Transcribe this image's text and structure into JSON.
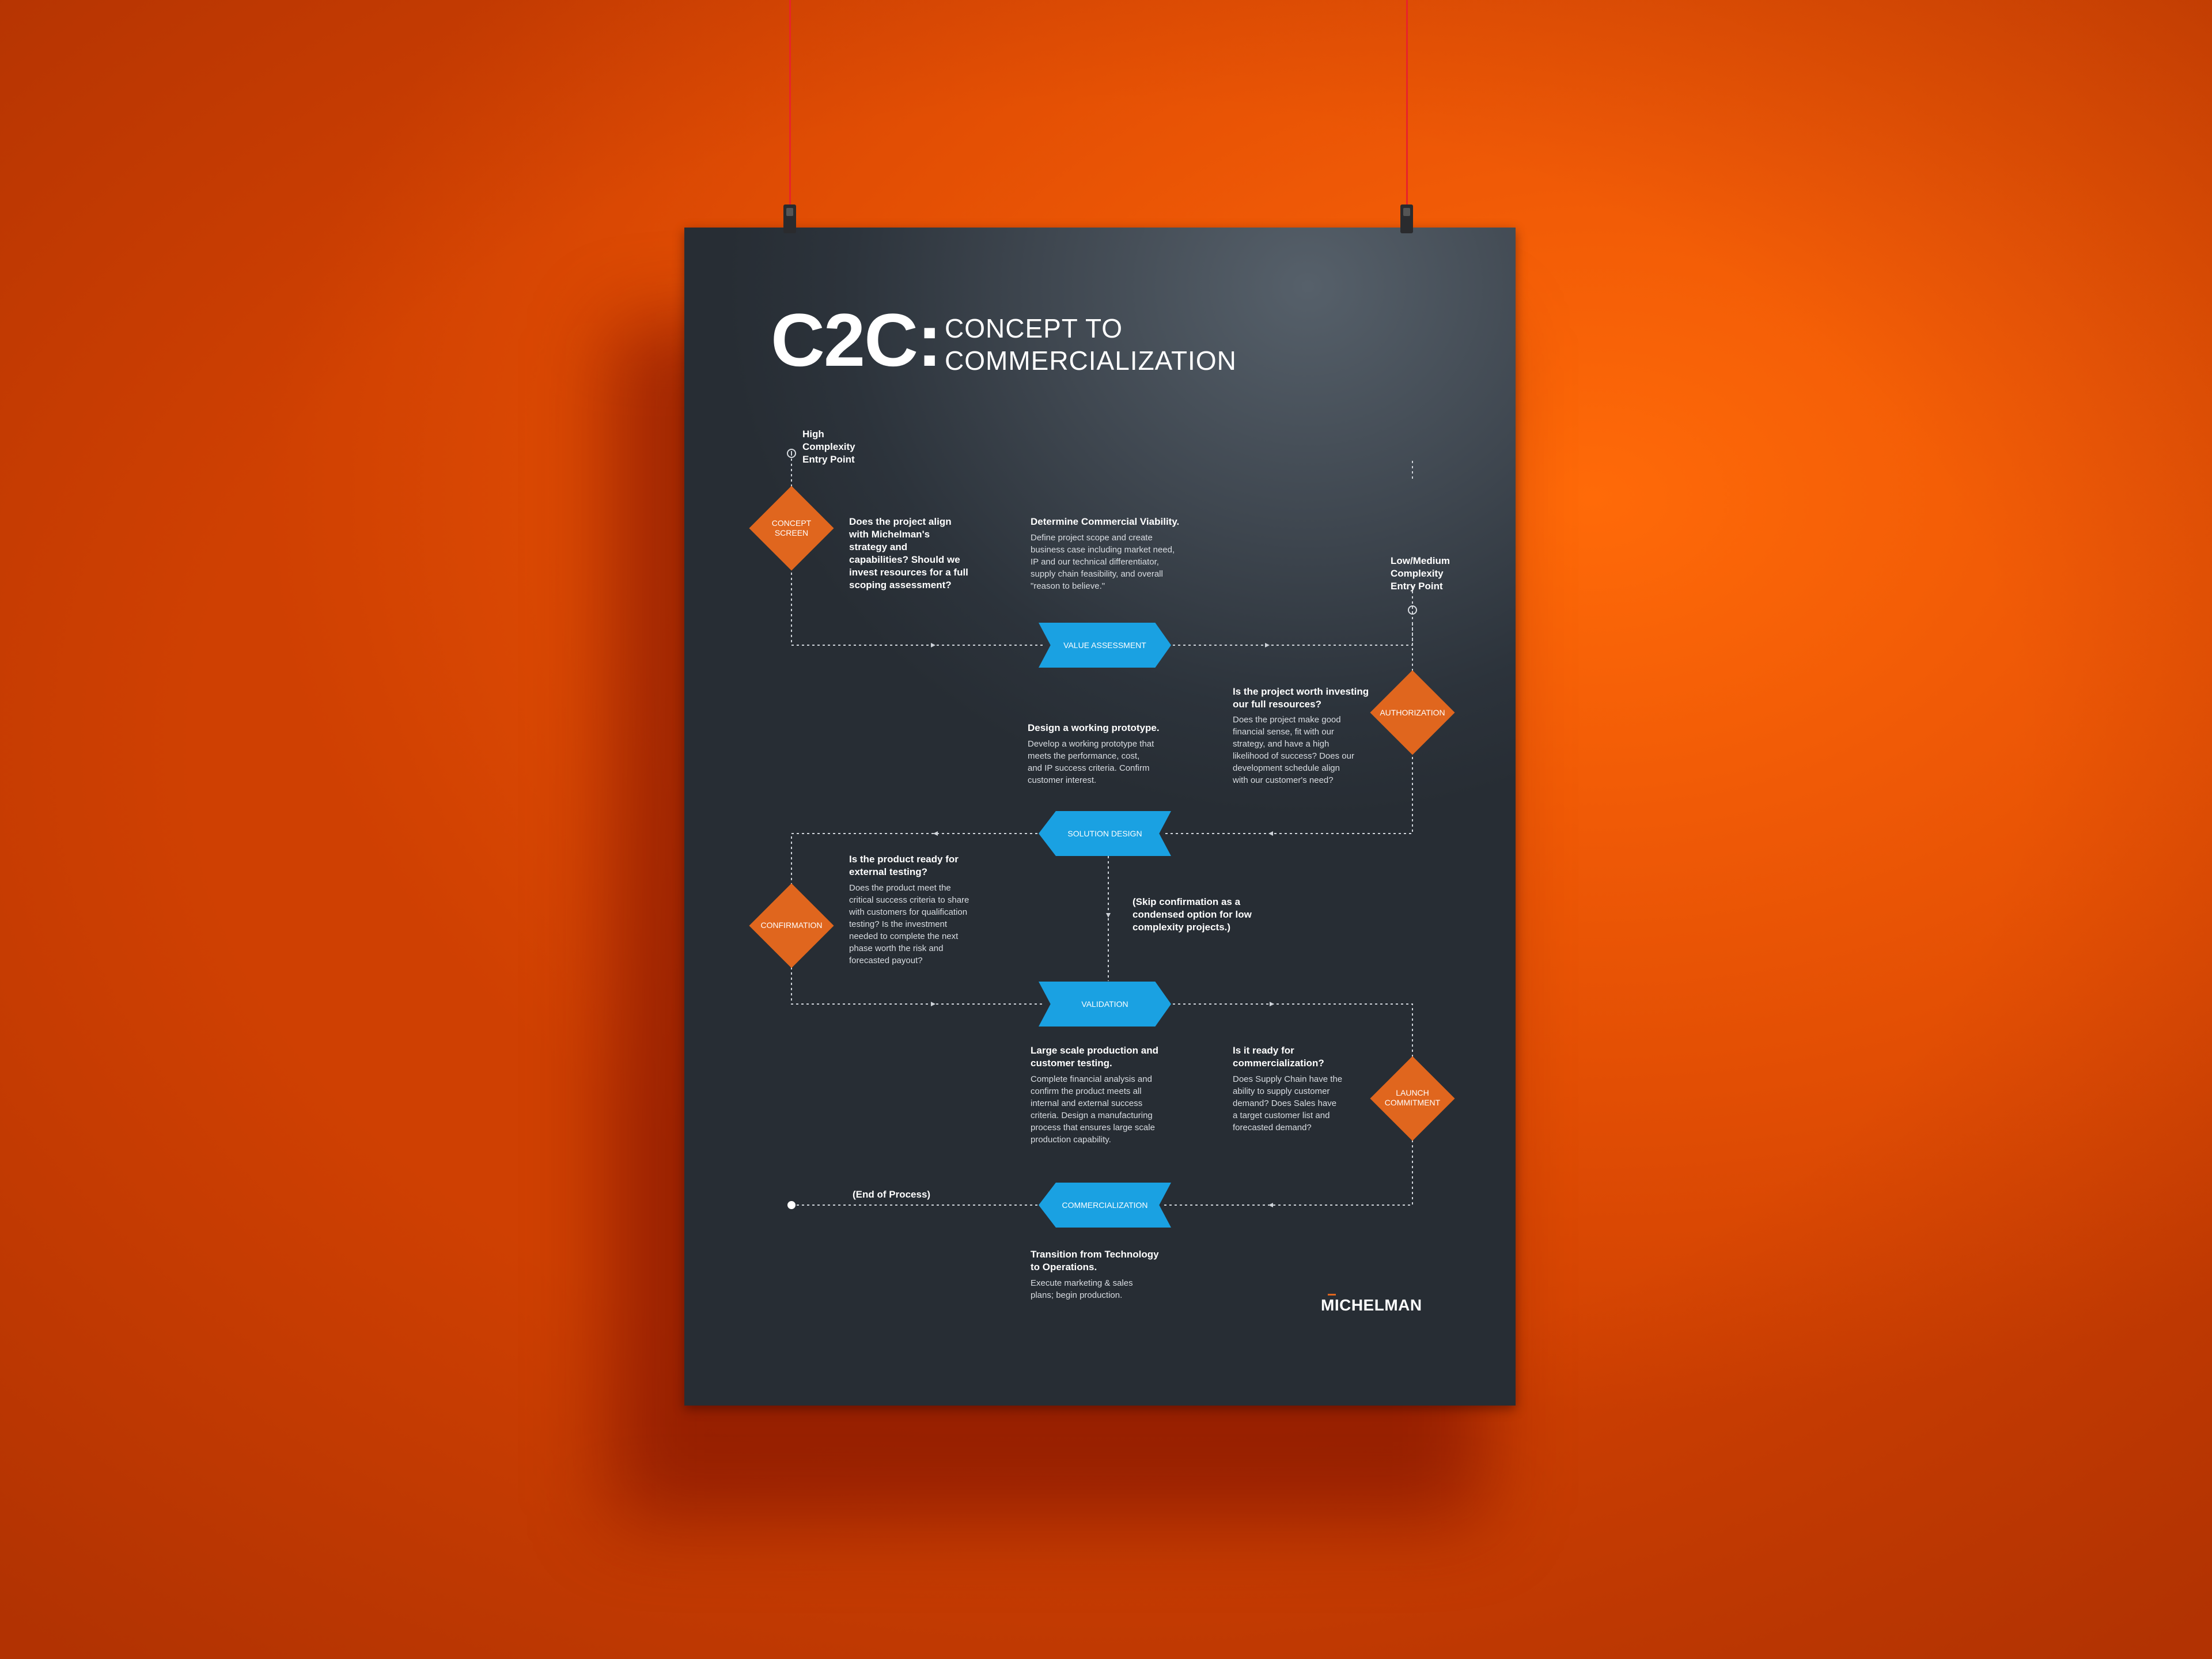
{
  "brand": {
    "accent_orange": "#e0661e",
    "accent_blue": "#1aa1e2",
    "poster_bg": "#2c333b",
    "wall": "#f05a06",
    "string": "#e8232a"
  },
  "title": {
    "main": "C2C:",
    "line1": "CONCEPT TO",
    "line2": "COMMERCIALIZATION"
  },
  "entry_points": {
    "high": [
      "High",
      "Complexity",
      "Entry Point"
    ],
    "low": [
      "Low/Medium",
      "Complexity",
      "Entry Point"
    ]
  },
  "gates": {
    "concept_screen": {
      "label": [
        "CONCEPT",
        "SCREEN"
      ],
      "question": [
        "Does the project align",
        "with Michelman's",
        "strategy and",
        "capabilities? Should we",
        "invest resources for a full",
        "scoping assessment?"
      ]
    },
    "authorization": {
      "label": [
        "AUTHORIZATION"
      ],
      "question": [
        "Is the project worth investing",
        "our full resources?"
      ],
      "detail": [
        "Does the project make good",
        "financial sense, fit with our",
        "strategy, and have a high",
        "likelihood of success? Does our",
        "development schedule align",
        "with our customer's need?"
      ]
    },
    "confirmation": {
      "label": [
        "CONFIRMATION"
      ],
      "question": [
        "Is the product ready for",
        "external testing?"
      ],
      "detail": [
        "Does the product meet the",
        "critical success criteria to share",
        "with customers for qualification",
        "testing? Is the investment",
        "needed to complete the next",
        "phase worth the risk and",
        "forecasted payout?"
      ]
    },
    "launch_commitment": {
      "label": [
        "LAUNCH",
        "COMMITMENT"
      ],
      "question": [
        "Is it ready for",
        "commercialization?"
      ],
      "detail": [
        "Does Supply Chain have the",
        "ability to supply customer",
        "demand? Does Sales have",
        "a target customer list and",
        "forecasted demand?"
      ]
    }
  },
  "stages": {
    "value_assessment": {
      "label": "VALUE ASSESSMENT",
      "heading": [
        "Determine Commercial Viability."
      ],
      "detail": [
        "Define project scope and create",
        "business case including market need,",
        "IP and our technical differentiator,",
        "supply chain feasibility, and overall",
        "\"reason to believe.\""
      ]
    },
    "solution_design": {
      "label": "SOLUTION DESIGN",
      "heading": [
        "Design a working prototype."
      ],
      "detail": [
        "Develop a working prototype that",
        "meets the performance, cost,",
        "and IP success criteria. Confirm",
        "customer interest."
      ]
    },
    "validation": {
      "label": "VALIDATION",
      "heading": [
        "Large scale production and",
        "customer testing."
      ],
      "detail": [
        "Complete financial analysis and",
        "confirm the product meets all",
        "internal and external success",
        "criteria. Design a manufacturing",
        "process that ensures large scale",
        "production capability."
      ]
    },
    "commercialization": {
      "label": "COMMERCIALIZATION",
      "heading": [
        "Transition from Technology",
        "to Operations."
      ],
      "detail": [
        "Execute marketing & sales",
        "plans; begin production."
      ]
    }
  },
  "notes": {
    "skip": [
      "(Skip confirmation as a",
      "condensed option for low",
      "complexity projects.)"
    ],
    "end": "(End of Process)"
  },
  "logo": "MICHELMAN"
}
